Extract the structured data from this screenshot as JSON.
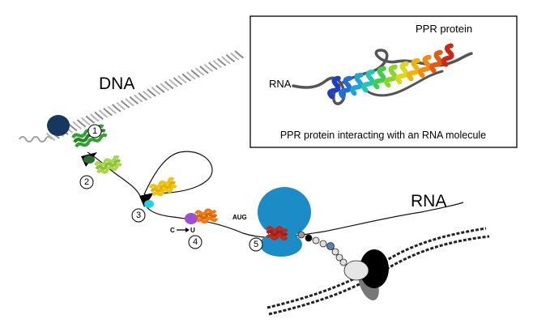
{
  "labels": {
    "dna": "DNA",
    "rna_main": "RNA",
    "aug": "AUG",
    "edit_from": "C",
    "edit_to": "U"
  },
  "steps": [
    "1",
    "2",
    "3",
    "4",
    "5"
  ],
  "inset": {
    "rna_label": "RNA",
    "protein_label": "PPR protein",
    "caption": "PPR protein interacting with an RNA molecule"
  },
  "colors": {
    "dna_helix": "#9a9a9a",
    "polymerase": "#17375e",
    "ribosome": "#1c8cc6",
    "ppr_1": "#2fa32f",
    "ppr_2": "#a8d84a",
    "ppr_3": "#f2c20d",
    "ppr_4": "#f07812",
    "ppr_5": "#c0281c",
    "factor_2": "#2e6b2e",
    "factor_3": "#22d2e0",
    "factor_4": "#9b4fd6"
  }
}
